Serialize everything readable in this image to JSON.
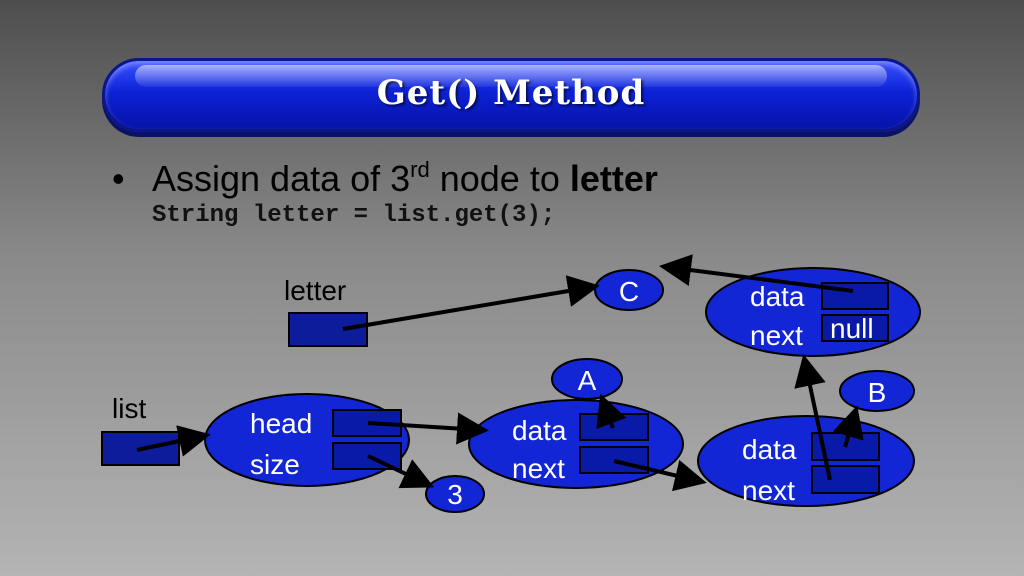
{
  "slide": {
    "title": "Get() Method",
    "bullet": {
      "symbol": "•",
      "text_before": "Assign data of 3",
      "superscript": "rd",
      "text_after": " node to ",
      "bold": "letter"
    },
    "code": "String letter = list.get(3);"
  },
  "diagram": {
    "variables": {
      "letter": "letter",
      "list": "list"
    },
    "list_object": {
      "field_head": "head",
      "field_size": "size",
      "size_value": "3"
    },
    "node_labels": {
      "data": "data",
      "next": "next",
      "null": "null"
    },
    "values": {
      "a": "A",
      "b": "B",
      "c": "C"
    }
  },
  "colors": {
    "node_fill": "#1326d6",
    "field_box": "#0a1aa8",
    "variable_box": "#0c1c9a",
    "title_bar": "#0d22d6"
  }
}
